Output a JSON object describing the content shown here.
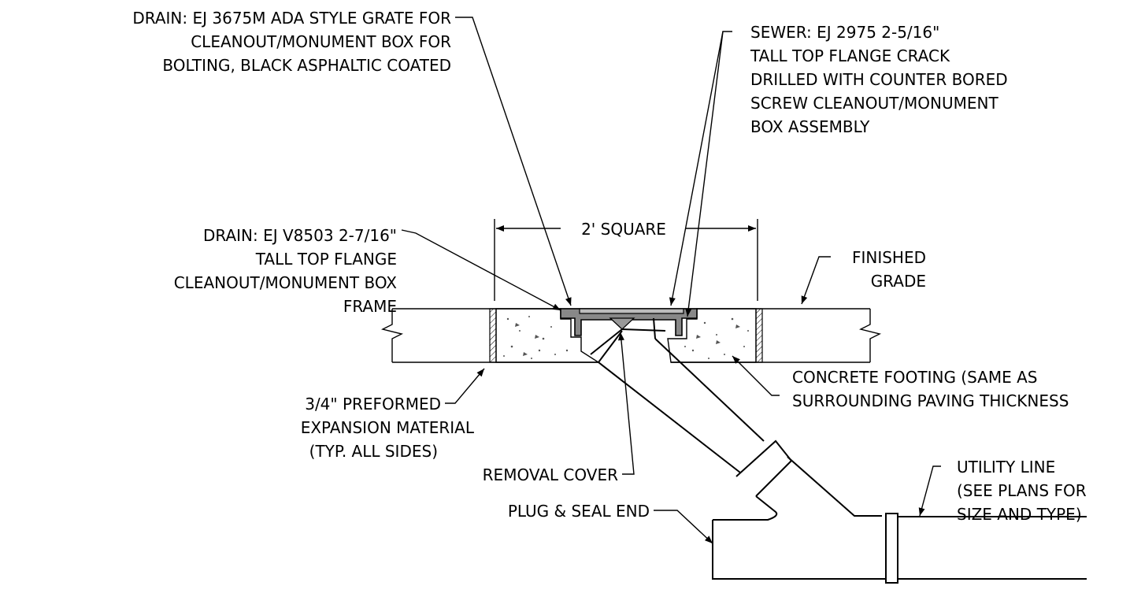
{
  "labels": {
    "drain_grate": [
      "DRAIN: EJ 3675M ADA STYLE GRATE FOR",
      "CLEANOUT/MONUMENT BOX FOR",
      "BOLTING, BLACK ASPHALTIC COATED"
    ],
    "sewer": [
      "SEWER: EJ 2975 2-5/16\"",
      "TALL TOP FLANGE CRACK",
      "DRILLED WITH COUNTER BORED",
      "SCREW CLEANOUT/MONUMENT",
      "BOX ASSEMBLY"
    ],
    "dimension": "2' SQUARE",
    "drain_frame": [
      "DRAIN: EJ V8503 2-7/16\"",
      "TALL TOP FLANGE",
      "CLEANOUT/MONUMENT BOX",
      "FRAME"
    ],
    "finished_grade": [
      "FINISHED",
      "GRADE"
    ],
    "concrete_footing": [
      "CONCRETE FOOTING (SAME AS",
      "SURROUNDING PAVING THICKNESS"
    ],
    "expansion": [
      "3/4\" PREFORMED",
      "EXPANSION MATERIAL",
      "(TYP. ALL SIDES)"
    ],
    "removal_cover": "REMOVAL COVER",
    "plug_seal": "PLUG & SEAL END",
    "utility_line": [
      "UTILITY LINE",
      "(SEE PLANS FOR",
      "SIZE AND TYPE)"
    ]
  }
}
